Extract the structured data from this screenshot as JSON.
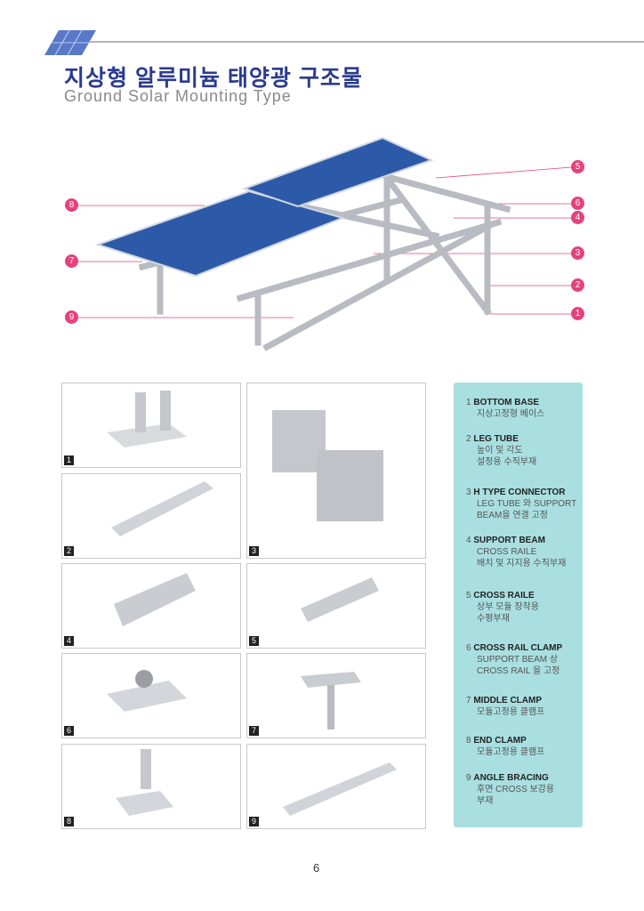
{
  "header": {
    "title_ko": "지상형 알루미늄 태양광 구조물",
    "title_en": "Ground Solar Mounting Type"
  },
  "callouts": [
    "1",
    "2",
    "3",
    "4",
    "5",
    "6",
    "7",
    "8",
    "9"
  ],
  "parts": [
    {
      "num": "1",
      "name": "BOTTOM BASE",
      "desc": [
        "지상고정형 베이스"
      ]
    },
    {
      "num": "2",
      "name": "LEG TUBE",
      "desc": [
        "높이 및 각도",
        "설정용 수직부재"
      ]
    },
    {
      "num": "3",
      "name": "H TYPE CONNECTOR",
      "desc": [
        "LEG TUBE 와 SUPPORT",
        "BEAM을 연결 고정"
      ]
    },
    {
      "num": "4",
      "name": "SUPPORT BEAM",
      "desc": [
        "CROSS RAILE",
        "배치 및 지지용 수직부재"
      ]
    },
    {
      "num": "5",
      "name": "CROSS RAILE",
      "desc": [
        "상부 모듈 장착용",
        "수평부재"
      ]
    },
    {
      "num": "6",
      "name": "CROSS RAIL CLAMP",
      "desc": [
        "SUPPORT BEAM 상",
        "CROSS RAIL 을 고정"
      ]
    },
    {
      "num": "7",
      "name": "MIDDLE CLAMP",
      "desc": [
        "모듈고정용 클램프"
      ]
    },
    {
      "num": "8",
      "name": "END CLAMP",
      "desc": [
        "모듈고정용 클램프"
      ]
    },
    {
      "num": "9",
      "name": "ANGLE BRACING",
      "desc": [
        "후면 CROSS 보강용",
        "부재"
      ]
    }
  ],
  "page_number": "6",
  "colors": {
    "accent": "#e4427c",
    "title": "#2b3b8f",
    "legend_bg": "#a9dfe0"
  }
}
